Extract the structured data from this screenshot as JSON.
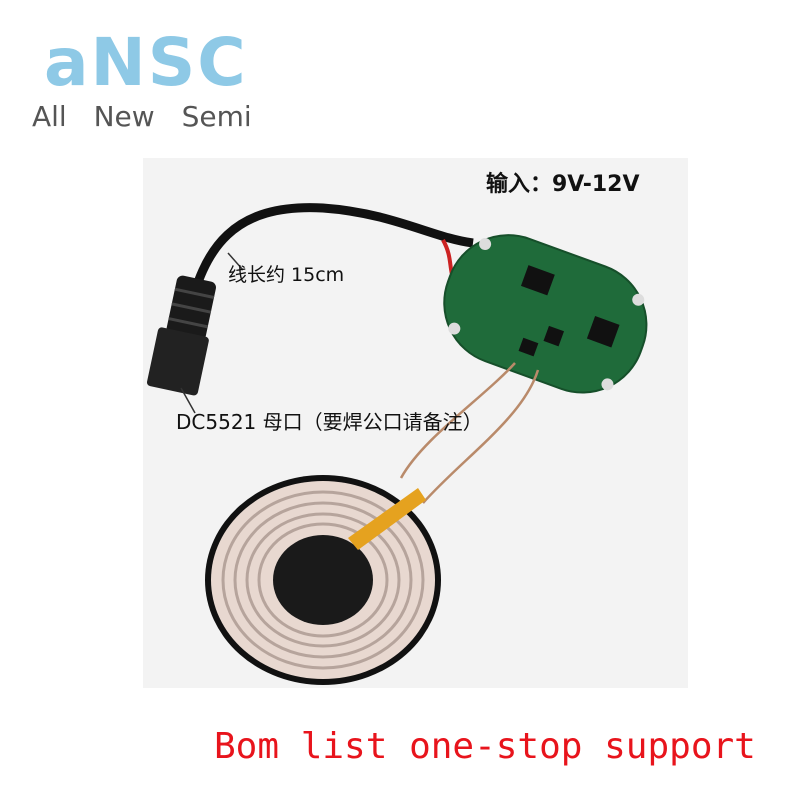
{
  "logo": {
    "mark": "aNSC",
    "tagline": "All New Semi"
  },
  "photo": {
    "input_label": "输入：9V-12V",
    "cable_length_label": "线长约 15cm",
    "connector_label": "DC5521 母口（要焊公口请备注）"
  },
  "footer": {
    "text": "Bom list one-stop support"
  },
  "colors": {
    "logo": "#8ec9e6",
    "footer": "#e8141c",
    "pcb": "#1f6b3a"
  }
}
